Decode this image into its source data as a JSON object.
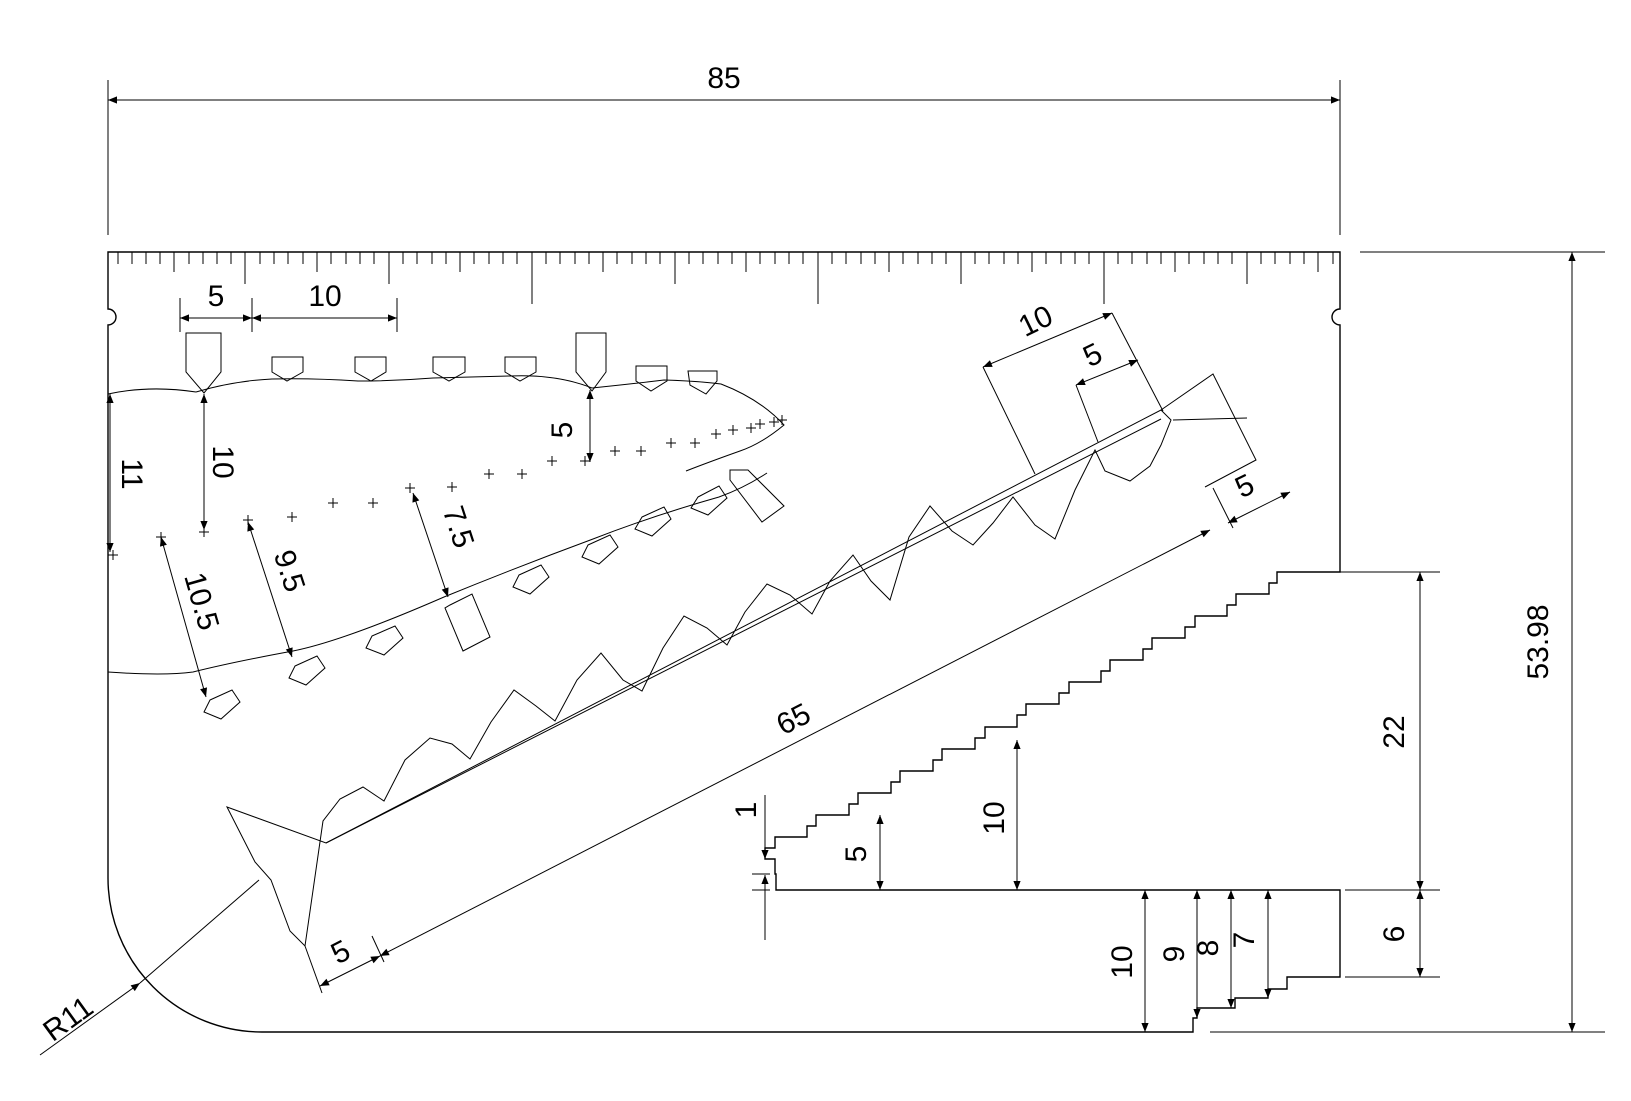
{
  "colors": {
    "line": "#000000",
    "background": "#ffffff"
  },
  "dimensions": {
    "overall_width": "85",
    "overall_height": "53.98",
    "scale_5": "5",
    "scale_10": "10",
    "radius": "R11",
    "taper_11": "11",
    "taper_10": "10",
    "taper_5": "5",
    "taper_10_5": "10.5",
    "taper_9_5": "9.5",
    "taper_7_5": "7.5",
    "saw_10": "10",
    "saw_5_top": "5",
    "saw_5_right": "5",
    "saw_65": "65",
    "saw_5_bottom": "5",
    "step_22": "22",
    "step_6": "6",
    "step_10": "10",
    "step_5": "5",
    "step_1": "1",
    "gauge_10": "10",
    "gauge_9": "9",
    "gauge_8": "8",
    "gauge_7": "7"
  }
}
